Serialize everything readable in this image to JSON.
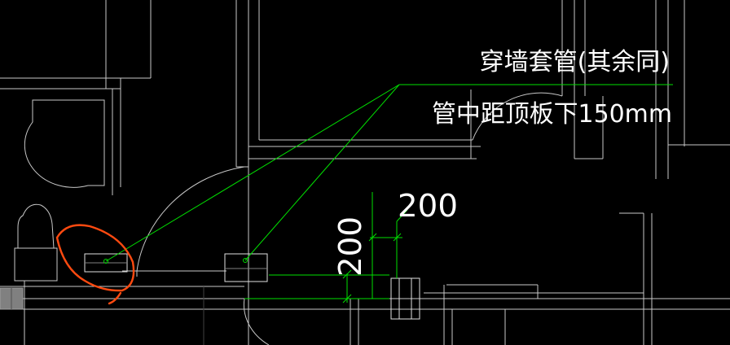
{
  "colors": {
    "background": "#000000",
    "architecture_lines": "#c8c8c8",
    "leader_and_dimension": "#00e000",
    "annotation_text": "#ffffff",
    "markup": "#ff4a10"
  },
  "annotation": {
    "line1": "穿墙套管(其余同)",
    "line2": "管中距顶板下150mm"
  },
  "dimensions": {
    "horizontal_value": "200",
    "vertical_value": "200"
  },
  "markup": {
    "shape": "hand-drawn circle",
    "target": "left wall sleeve"
  }
}
